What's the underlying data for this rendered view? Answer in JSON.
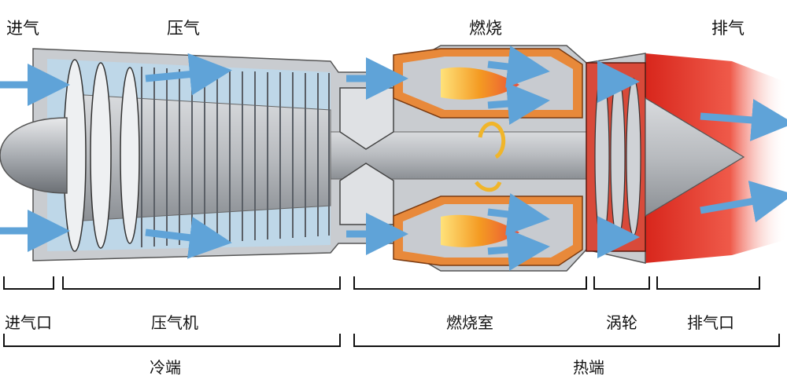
{
  "top_labels": {
    "intake": "进气",
    "compression": "压气",
    "combustion": "燃烧",
    "exhaust": "排气"
  },
  "sections": {
    "inlet": "进气口",
    "compressor": "压气机",
    "combustor": "燃烧室",
    "turbine": "涡轮",
    "nozzle": "排气口"
  },
  "groups": {
    "cold_end": "冷端",
    "hot_end": "热端"
  },
  "colors": {
    "casing": "#c9ccd0",
    "metal": "#9a9ea4",
    "airflow": "#5fa3d8",
    "combustor_orange": "#e8893a",
    "flame": "#f2a322",
    "turbine_red": "#e0352a",
    "rotation_arrow": "#f0b52a"
  },
  "icons": [
    "airflow-arrow",
    "rotation-arrow",
    "flame"
  ]
}
